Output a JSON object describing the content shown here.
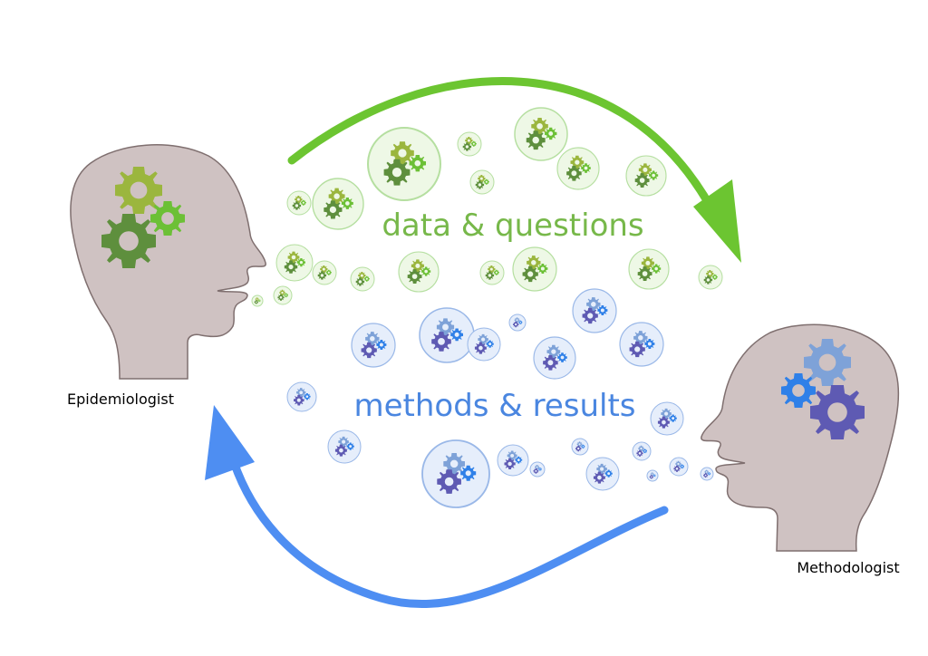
{
  "labels": {
    "left_person": "Epidemiologist",
    "right_person": "Methodologist",
    "top_flow": "data & questions",
    "bottom_flow": "methods & results"
  },
  "colors": {
    "head_fill": "#cfc2c2",
    "head_stroke": "#7f6f6f",
    "green_arrow": "#6cc531",
    "blue_arrow": "#4e8ef2",
    "green_text": "#77b84a",
    "blue_text": "#4a86e0",
    "green_bubble_fill": "#eef8e6",
    "green_bubble_stroke": "#b5dfa0",
    "blue_bubble_fill": "#e6eefb",
    "blue_bubble_stroke": "#9ab8e8",
    "gear_olive": "#9bb63e",
    "gear_green": "#5e8f3d",
    "gear_lime": "#6cc036",
    "gear_light_blue": "#7ea2d8",
    "gear_blue": "#2f80e8",
    "gear_purple": "#5e5ab3"
  },
  "icons": {
    "head": "head-profile-icon",
    "gear": "gear-icon",
    "bubble": "thought-bubble-icon",
    "arrow": "curved-arrow-icon"
  }
}
